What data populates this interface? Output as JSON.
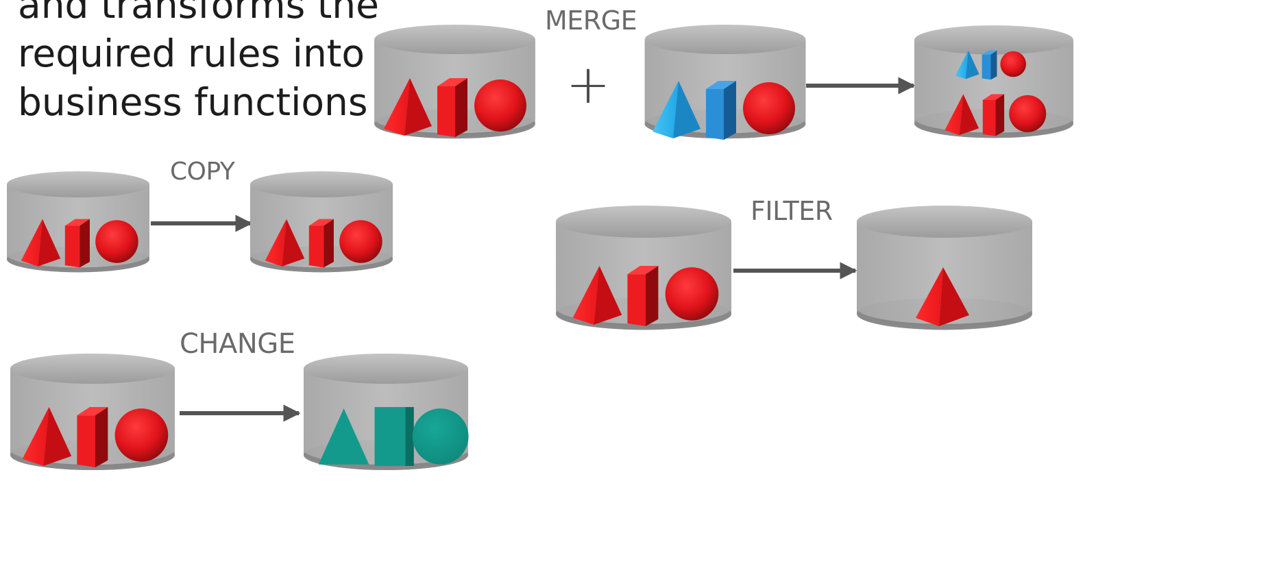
{
  "intro": {
    "lines": [
      "and transforms the",
      "required rules into",
      "business functions"
    ]
  },
  "operations": {
    "merge": "MERGE",
    "copy": "COPY",
    "filter": "FILTER",
    "change": "CHANGE"
  },
  "merge_operator": "+",
  "colors": {
    "red_shape": "#e2171b",
    "blue_shape": "#2a8fd6",
    "teal_shape": "#139a8c",
    "cylinder": "#b3b3b3",
    "arrow": "#555555"
  }
}
